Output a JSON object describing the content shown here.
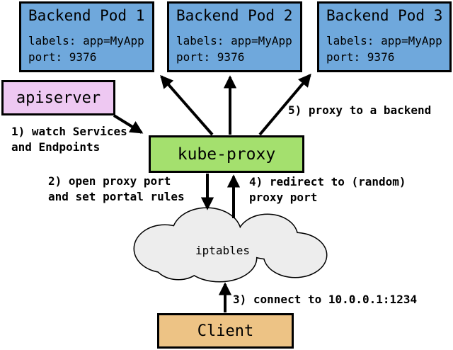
{
  "diagram": {
    "pods": [
      {
        "title": "Backend Pod 1",
        "labels": "labels: app=MyApp",
        "port": "port: 9376"
      },
      {
        "title": "Backend Pod 2",
        "labels": "labels: app=MyApp",
        "port": "port: 9376"
      },
      {
        "title": "Backend Pod 3",
        "labels": "labels: app=MyApp",
        "port": "port: 9376"
      }
    ],
    "apiserver_label": "apiserver",
    "kube_proxy_label": "kube-proxy",
    "iptables_label": "iptables",
    "client_label": "Client",
    "annotations": {
      "step1": "1) watch Services\nand Endpoints",
      "step2": "2) open proxy port\nand set portal rules",
      "step3": "3) connect to 10.0.0.1:1234",
      "step4": "4) redirect to (random)\nproxy port",
      "step5": "5) proxy to a backend"
    },
    "colors": {
      "pod": "#6FA8DC",
      "apiserver": "#EEC8F2",
      "kube_proxy": "#A4E06E",
      "client": "#EDC385",
      "cloud": "#EDEDED"
    }
  }
}
